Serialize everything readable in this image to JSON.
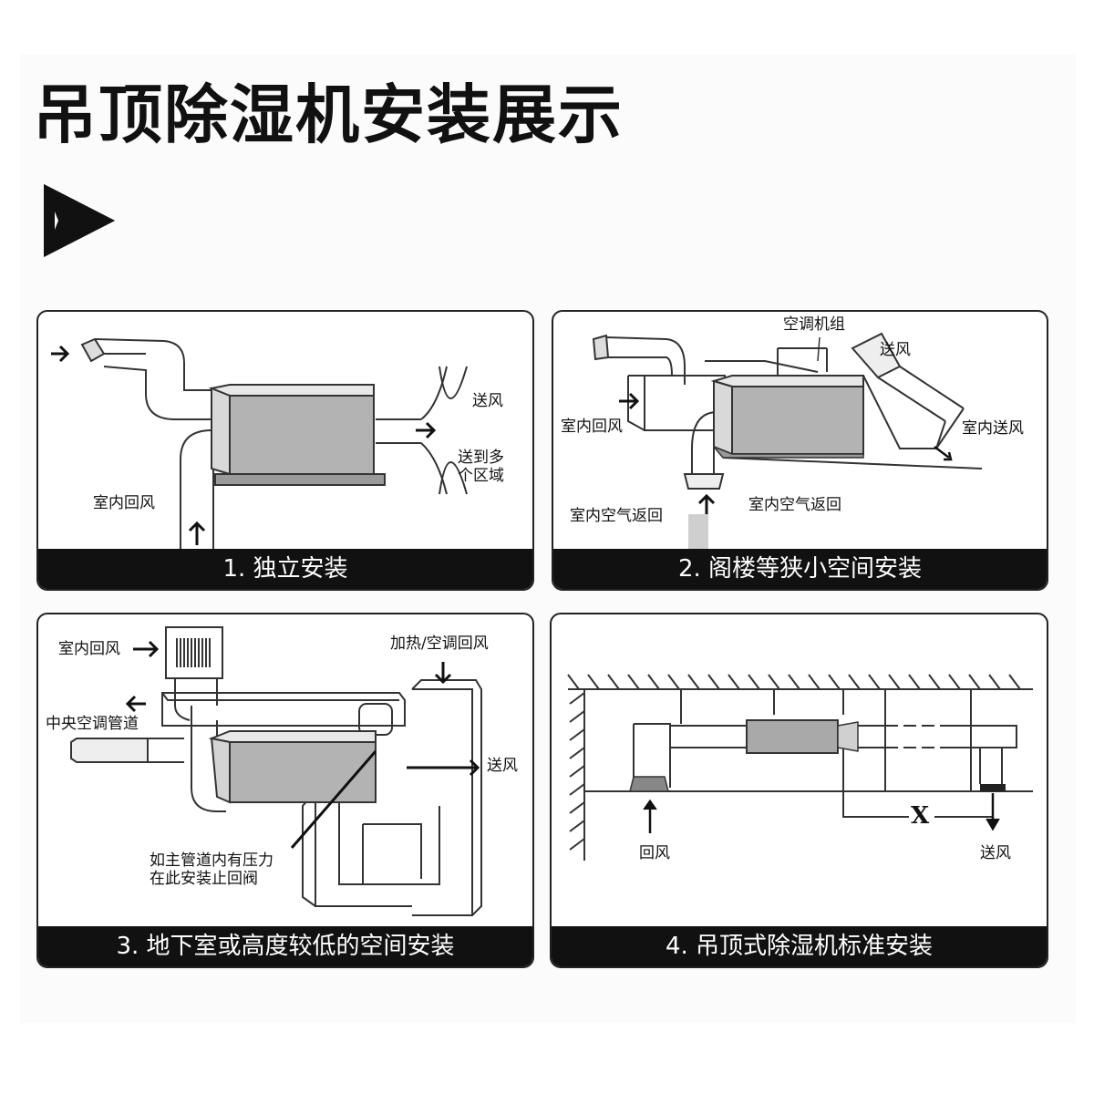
{
  "title": "吊顶除湿机安装展示",
  "panels": [
    {
      "caption": "1. 独立安装",
      "labels": {
        "supply": "送风",
        "multi_zone": "送到多\n个区域",
        "indoor_return": "室内回风"
      }
    },
    {
      "caption": "2. 阁楼等狭小空间安装",
      "labels": {
        "ac_unit": "空调机组",
        "supply": "送风",
        "indoor_return": "室内回风",
        "indoor_supply": "室内送风",
        "air_return_left": "室内空气返回",
        "air_return_right": "室内空气返回"
      }
    },
    {
      "caption": "3. 地下室或高度较低的空间安装",
      "labels": {
        "indoor_return": "室内回风",
        "heat_ac_return": "加热/空调回风",
        "central_duct": "中央空调管道",
        "supply": "送风",
        "check_valve": "如主管道内有压力\n在此安装止回阀"
      }
    },
    {
      "caption": "4. 吊顶式除湿机标准安装",
      "labels": {
        "distance": "X",
        "return": "回风",
        "supply": "送风"
      }
    }
  ],
  "icons": [
    "play-arrow-icon",
    "arrow-right-icon",
    "arrow-up-icon",
    "arrow-down-icon",
    "arrow-left-icon"
  ],
  "colors": {
    "unit_fill": "#b3b3b3",
    "caption_bg": "#111111",
    "caption_text": "#ffffff",
    "line": "#333333"
  }
}
